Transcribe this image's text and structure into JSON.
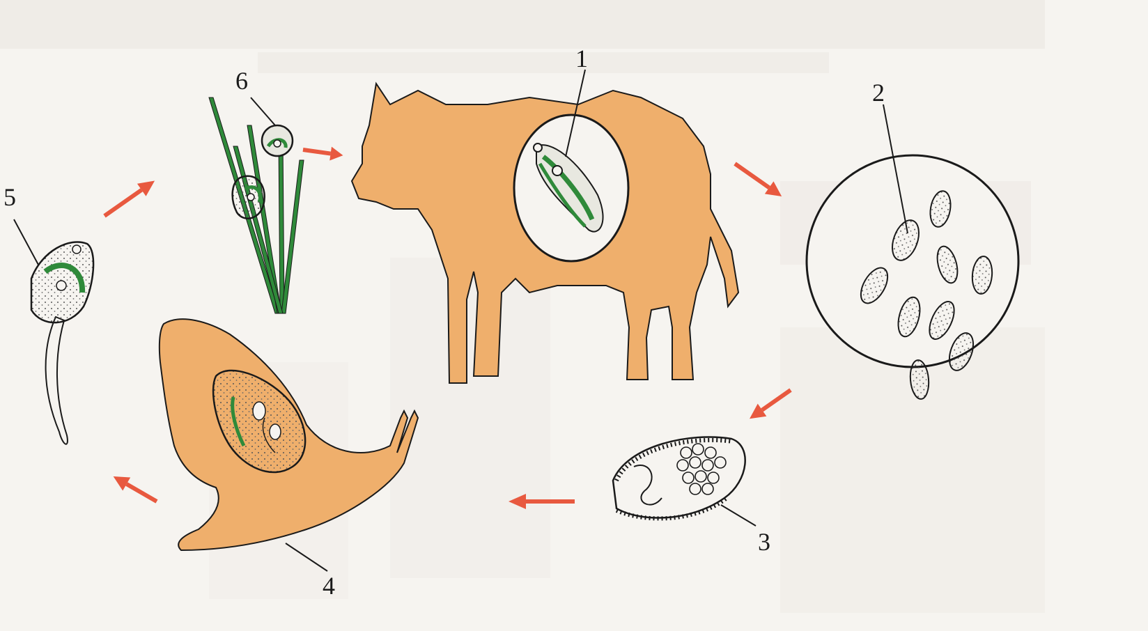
{
  "labels": {
    "adult_fluke": "1",
    "eggs": "2",
    "miracidium": "3",
    "snail": "4",
    "cercaria": "5",
    "adolescaria": "6"
  },
  "colors": {
    "body_fill": "#efaf6c",
    "outline": "#1a1a1a",
    "arrow": "#e8593f",
    "grass": "#2f8a3a",
    "cyst_fill": "#e8e8e0",
    "page": "#f6f4f0"
  },
  "icons": {
    "cycle_arrow": "arrow-icon"
  }
}
